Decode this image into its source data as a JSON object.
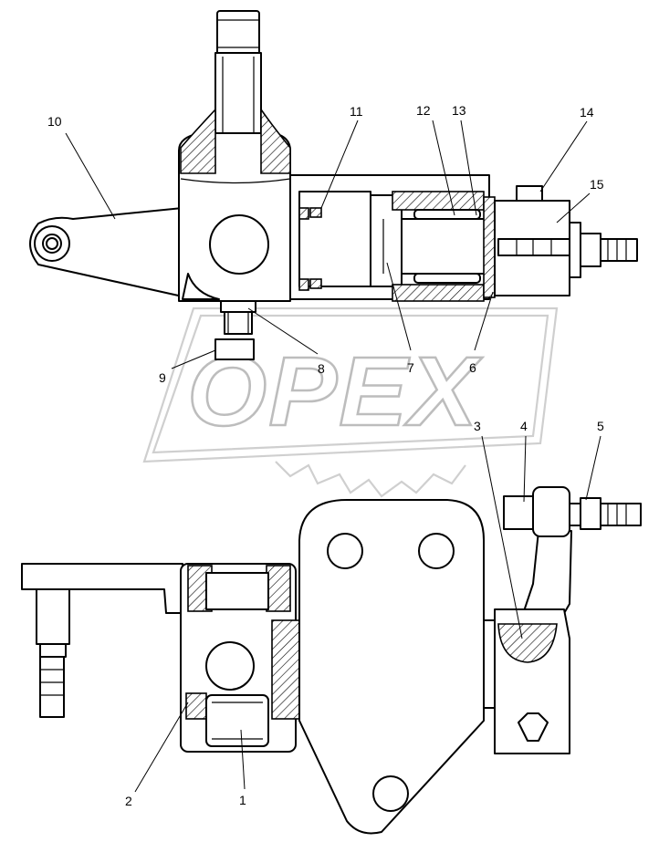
{
  "watermark": {
    "text": "OPEX"
  },
  "callouts": [
    {
      "id": "c1",
      "text": "1"
    },
    {
      "id": "c2",
      "text": "2"
    },
    {
      "id": "c3",
      "text": "3"
    },
    {
      "id": "c4",
      "text": "4"
    },
    {
      "id": "c5",
      "text": "5"
    },
    {
      "id": "c6",
      "text": "6"
    },
    {
      "id": "c7",
      "text": "7"
    },
    {
      "id": "c8",
      "text": "8"
    },
    {
      "id": "c9",
      "text": "9"
    },
    {
      "id": "c10",
      "text": "10"
    },
    {
      "id": "c11",
      "text": "11"
    },
    {
      "id": "c12",
      "text": "12"
    },
    {
      "id": "c13",
      "text": "13"
    },
    {
      "id": "c14",
      "text": "14"
    },
    {
      "id": "c15",
      "text": "15"
    }
  ]
}
